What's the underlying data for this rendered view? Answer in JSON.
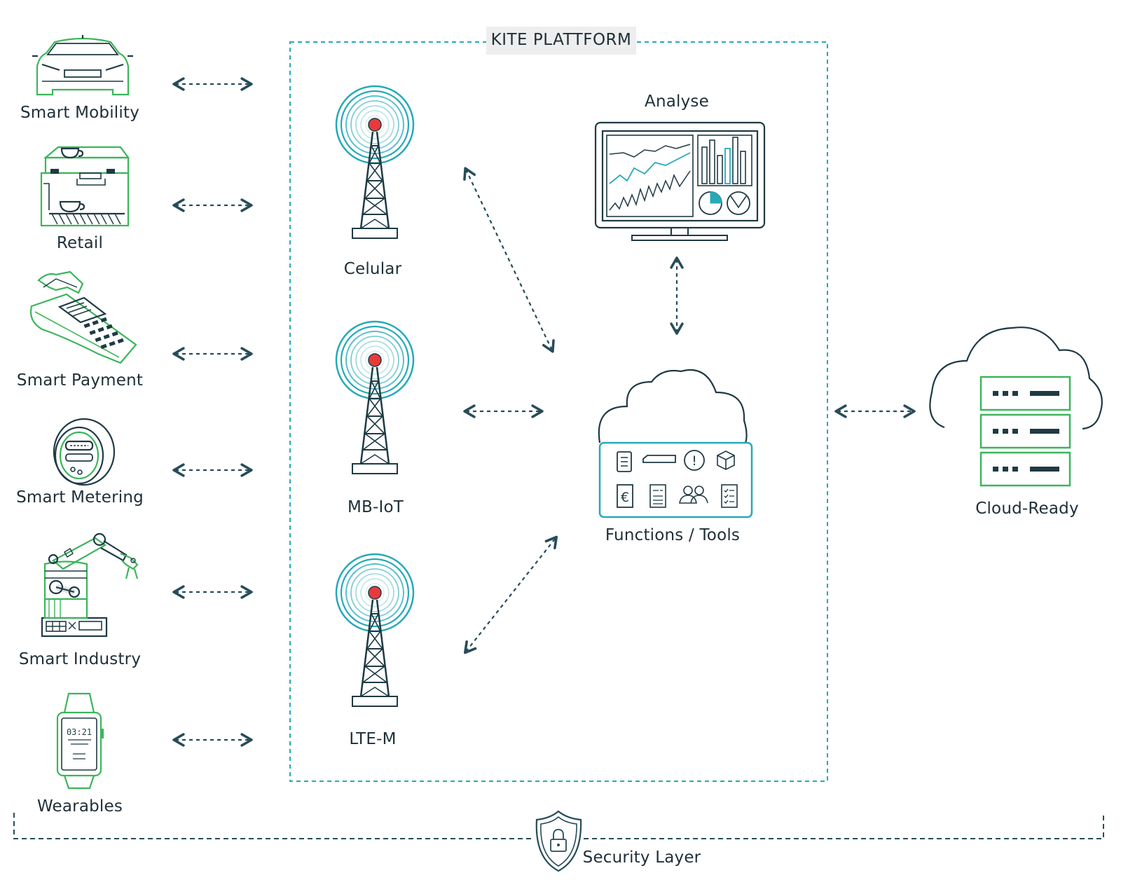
{
  "platform_title": "KITE PLATTFORM",
  "devices": [
    {
      "label": "Smart Mobility",
      "icon": "car-icon"
    },
    {
      "label": "Retail",
      "icon": "coffee-machine-icon"
    },
    {
      "label": "Smart Payment",
      "icon": "payment-terminal-icon"
    },
    {
      "label": "Smart Metering",
      "icon": "meter-icon"
    },
    {
      "label": "Smart Industry",
      "icon": "robot-arm-icon"
    },
    {
      "label": "Wearables",
      "icon": "smartwatch-icon",
      "watch_time": "03:21"
    }
  ],
  "networks": [
    {
      "label": "Celular",
      "icon": "antenna-tower-icon"
    },
    {
      "label": "MB-IoT",
      "icon": "antenna-tower-icon"
    },
    {
      "label": "LTE-M",
      "icon": "antenna-tower-icon"
    }
  ],
  "analyse": {
    "label": "Analyse",
    "icon": "monitor-dashboard-icon"
  },
  "functions": {
    "label": "Functions / Tools",
    "icon": "cloud-tools-icon",
    "euro_symbol": "€",
    "alert_symbol": "!"
  },
  "cloud": {
    "label": "Cloud-Ready",
    "icon": "cloud-server-icon"
  },
  "security": {
    "label": "Security Layer",
    "icon": "shield-lock-icon"
  },
  "colors": {
    "teal": "#27a9b8",
    "green": "#3cb55b",
    "dark": "#1f3a44",
    "arrow": "#264c5a",
    "text": "#1f2f38",
    "red": "#e83a3a"
  }
}
